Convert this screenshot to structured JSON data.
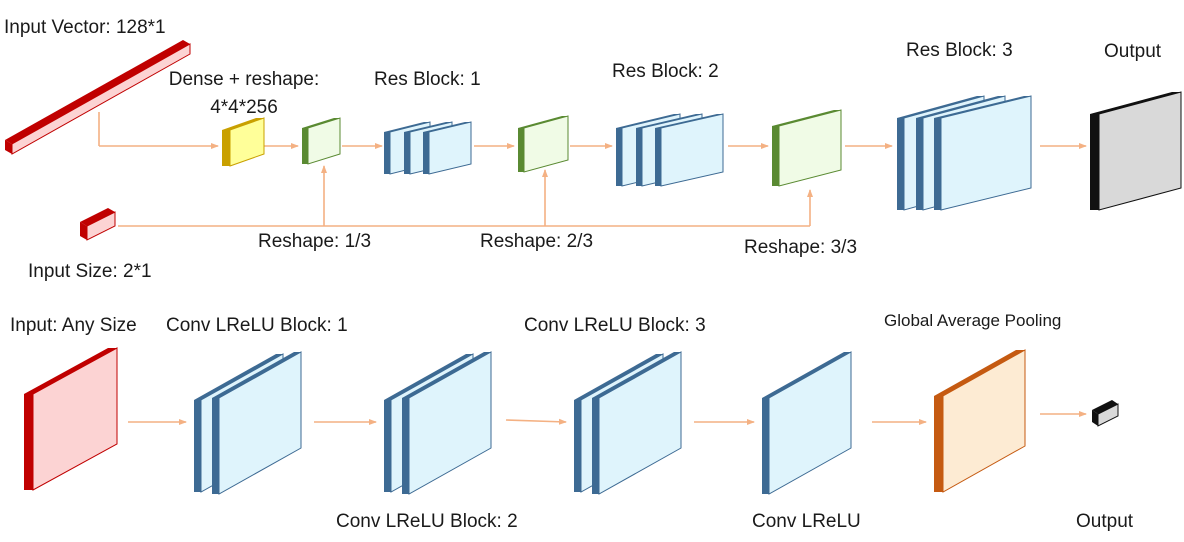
{
  "generator": {
    "input_vector_label": "Input Vector: 128*1",
    "input_size_label": "Input Size: 2*1",
    "dense_label_line1": "Dense + reshape:",
    "dense_label_line2": "4*4*256",
    "res_block_1_label": "Res Block: 1",
    "res_block_2_label": "Res Block: 2",
    "res_block_3_label": "Res Block: 3",
    "reshape_1_label": "Reshape: 1/3",
    "reshape_2_label": "Reshape: 2/3",
    "reshape_3_label": "Reshape: 3/3",
    "output_label": "Output"
  },
  "discriminator": {
    "input_label": "Input: Any Size",
    "conv_block_1_label": "Conv LReLU Block: 1",
    "conv_block_2_label": "Conv LReLU Block: 2",
    "conv_block_3_label": "Conv LReLU Block: 3",
    "conv_lrelu_label": "Conv LReLU",
    "gap_label": "Global Average Pooling",
    "output_label": "Output"
  },
  "colors": {
    "red": "#c00000",
    "red_face": "#fcd3d3",
    "gold": "#c9a000",
    "gold_face": "#ffff99",
    "green": "#5a8a32",
    "green_face": "#f0fbe6",
    "blue": "#3d6a93",
    "blue_face": "#dff4fc",
    "black": "#111111",
    "grey_face": "#d9d9d9",
    "orange": "#c55a11",
    "orange_face": "#fdebd3",
    "arrow": "#f4b183"
  }
}
